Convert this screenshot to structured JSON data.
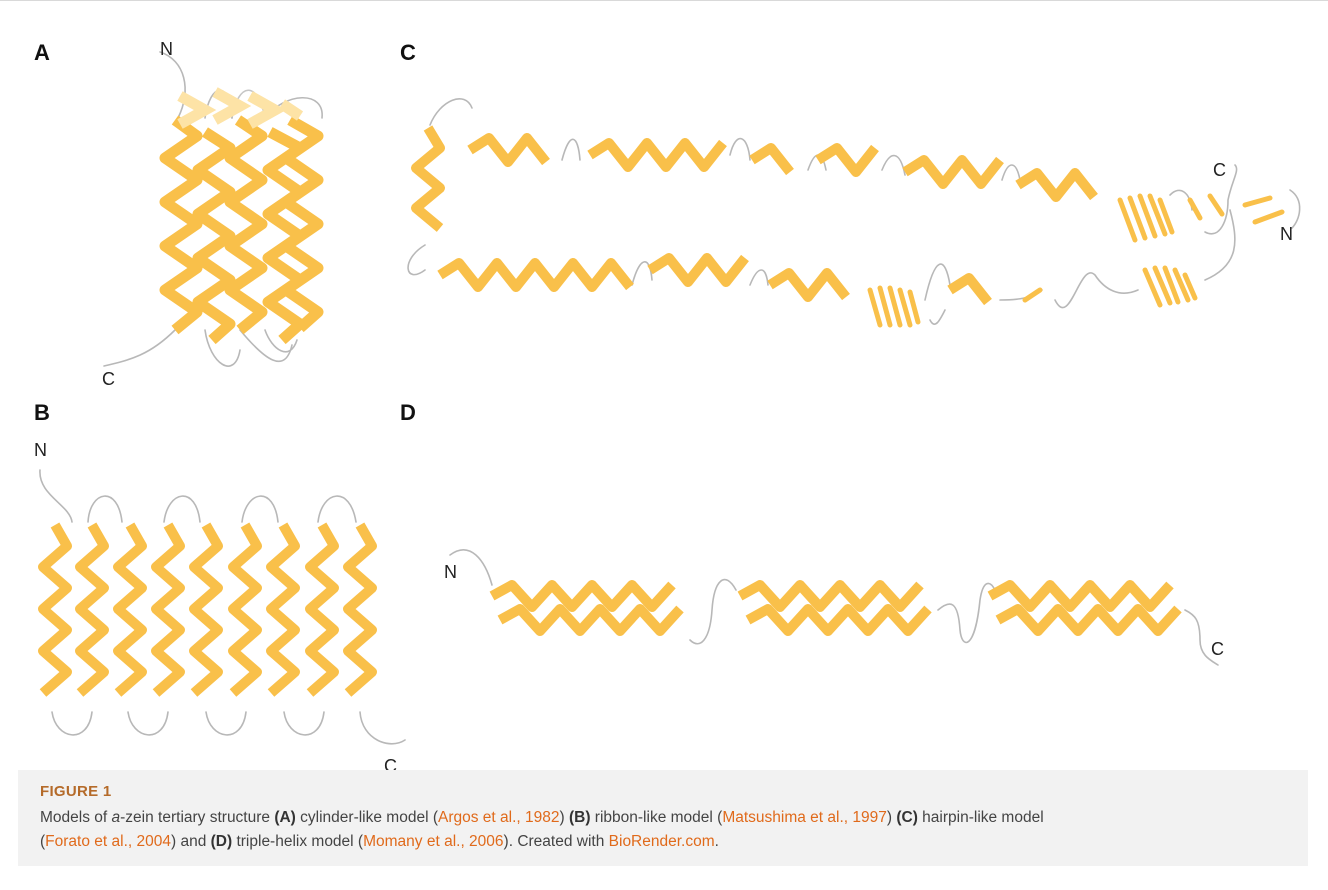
{
  "panels": {
    "a": {
      "letter": "A",
      "n_label": "N",
      "c_label": "C"
    },
    "b": {
      "letter": "B",
      "n_label": "N",
      "c_label": "C"
    },
    "c": {
      "letter": "C",
      "n_label": "N",
      "c_label": "C"
    },
    "d": {
      "letter": "D",
      "n_label": "N",
      "c_label": "C"
    }
  },
  "caption": {
    "title": "FIGURE 1",
    "line1_part1": "Models of ",
    "alpha": "a",
    "line1_part2": "-zein tertiary structure ",
    "label_a": "(A)",
    "text_a": " cylinder-like model (",
    "ref_a": "Argos et al., 1982",
    "close_a": ") ",
    "label_b": "(B)",
    "text_b": " ribbon-like model (",
    "ref_b": "Matsushima et al., 1997",
    "close_b": ") ",
    "label_c": "(C)",
    "text_c": " hairpin-like model",
    "open_c": "(",
    "ref_c": "Forato et al., 2004",
    "close_c": ") and ",
    "label_d": "(D)",
    "text_d": " triple-helix model (",
    "ref_d": "Momany et al., 2006",
    "close_d": "). Created with ",
    "ref_biorender": "BioRender.com",
    "end": "."
  },
  "colors": {
    "helix": "#f9c04a",
    "helix_light": "#fde3a6",
    "loop": "#b8b8b8",
    "caption_title": "#b56b2a",
    "link": "#e06a1b",
    "caption_bg": "#f2f2f2"
  }
}
